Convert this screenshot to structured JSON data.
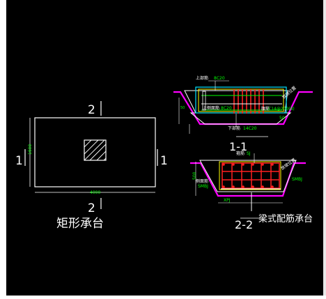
{
  "colors": {
    "background": "#000000",
    "line_white": "#ffffff",
    "dim_green": "#00ff00",
    "rebar_red": "#ff2020",
    "soil_magenta": "#ff00ff",
    "cover_yellow": "#ffff00",
    "slab_cyan": "#00e5ff",
    "label_white": "#ffffff"
  },
  "plan": {
    "caption": "矩形承台",
    "section_mark_top": "2",
    "section_mark_bottom": "2",
    "section_mark_left": "1",
    "section_mark_right": "1",
    "width_dim": "4000",
    "height_dim": "1600"
  },
  "section_1": {
    "caption": "1-1",
    "top_bar_label": "上部筋",
    "top_bar_spec": "8C20",
    "side_bar_label": "上侧面筋",
    "side_bar_spec": "8C20",
    "bottom_bar_label": "下部筋",
    "bottom_bar_spec": "14C20",
    "tie_label": "腹筋",
    "tie_spec": "C14@200(8)",
    "slope_label": "放坡位置",
    "dim_side": "50",
    "dim_small": "50"
  },
  "section_2": {
    "caption": "2-2",
    "title": "梁式配筋承台",
    "stirrup_label": "箍筋",
    "stirrup_spec": "SJ",
    "side_label": "侧面筋",
    "side_spec": "SMBJ",
    "right_spec": "SMBJ",
    "slope_label": "放坡位置",
    "height_dim": "500",
    "bottom_dim": "XPJ"
  }
}
